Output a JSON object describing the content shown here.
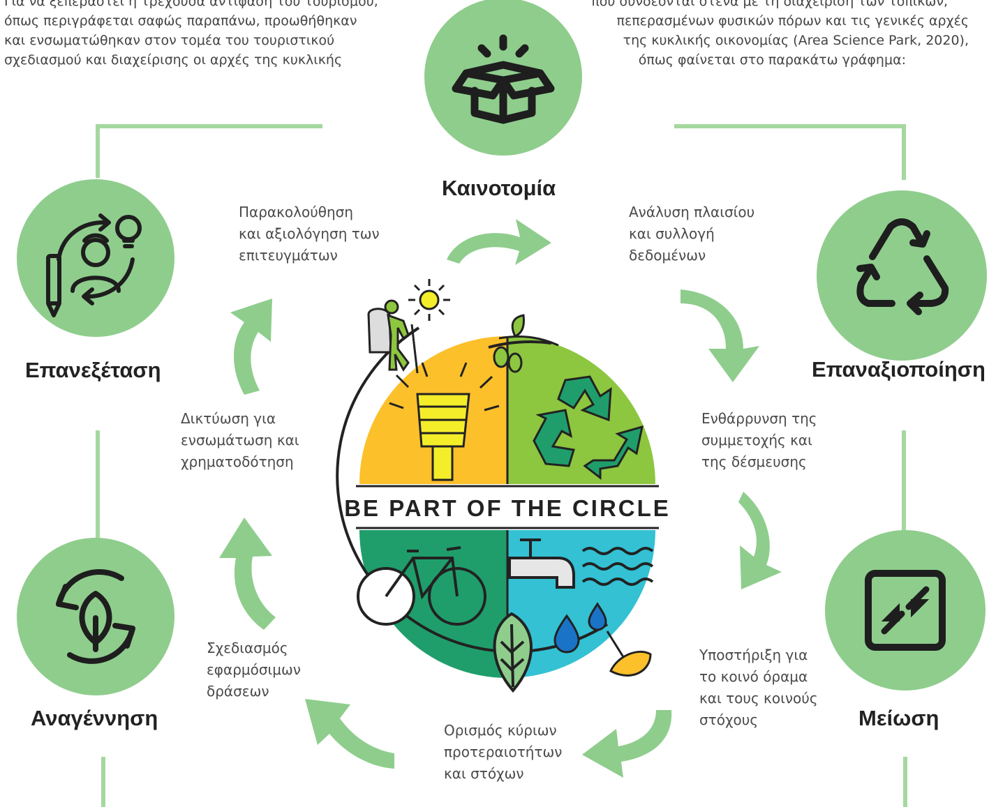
{
  "intro_left": [
    "Για να ξεπεραστεί η τρέχουσα αντίφαση του τουρισμού,",
    "όπως περιγράφεται σαφώς παραπάνω, προωθήθηκαν",
    "και ενσωματώθηκαν στον τομέα του τουριστικού",
    "σχεδιασμού και διαχείρισης οι αρχές της κυκλικής"
  ],
  "intro_right": [
    "που συνδέονται στενά με τη διαχείριση των τοπικών,",
    "πεπερασμένων φυσικών πόρων και τις γενικές αρχές",
    "της κυκλικής οικονομίας (Area Science Park, 2020),",
    "όπως φαίνεται στο παρακάτω γράφημα:"
  ],
  "principles": {
    "innovation": "Καινοτομία",
    "revalorization": "Επαναξιοποίηση",
    "reduction": "Μείωση",
    "regeneration": "Αναγέννηση",
    "review": "Επανεξέταση"
  },
  "steps": {
    "context": [
      "Ανάλυση πλαισίου",
      "και συλλογή",
      "δεδομένων"
    ],
    "engagement": [
      "Ενθάρρυνση της",
      "συμμετοχής και",
      "της δέσμευσης"
    ],
    "vision": [
      "Υποστήριξη για",
      "το κοινό όραμα",
      "και τους κοινούς",
      "στόχους"
    ],
    "priorities": [
      "Ορισμός κύριων",
      "προτεραιοτήτων",
      "και στόχων"
    ],
    "actions": [
      "Σχεδιασμός",
      "εφαρμόσιμων",
      "δράσεων"
    ],
    "networking": [
      "Δικτύωση για",
      "ενσωμάτωση και",
      "χρηματοδότηση"
    ],
    "monitoring": [
      "Παρακολούθηση",
      "και αξιολόγηση των",
      "επιτευγμάτων"
    ]
  },
  "logo_text": "BE PART OF THE CIRCLE",
  "colors": {
    "circle_green": "#8fcd8d",
    "line_green": "#a5d89f",
    "arrow_green": "#8fcd8d",
    "yellow": "#fcc02a",
    "lime": "#8dc63f",
    "teal": "#1f9e6c",
    "cyan": "#33c1d3"
  }
}
